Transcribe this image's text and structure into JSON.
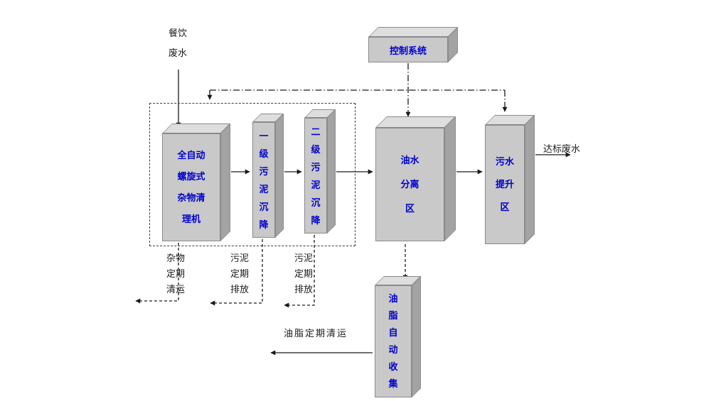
{
  "labels": {
    "influent": "餐饮\n废水",
    "effluent": "达标废水",
    "debris_removal": "杂物\n定期\n清运",
    "sludge_discharge_1": "污泥\n定期\n排放",
    "sludge_discharge_2": "污泥\n定期\n排放",
    "grease_removal": "油脂定期清运"
  },
  "boxes": {
    "control_system": "控制系统",
    "screw_cleaner": "全自动\n螺旋式\n杂物清\n理机",
    "primary_sludge_settling": "一\n级\n污\n泥\n沉\n降",
    "secondary_sludge_settling": "二\n级\n污\n泥\n沉\n降",
    "oil_water_separation": "油水\n分离\n区",
    "sewage_lift": "污水\n提升\n区",
    "grease_auto_collection": "油\n脂\n自\n动\n收\n集"
  },
  "colors": {
    "background": "#ffffff",
    "box_front": "#c9c9c9",
    "box_top": "#dedede",
    "box_side": "#a3a3a3",
    "box_border": "#8a8a8a",
    "box_text": "#0000cc",
    "line": "#1a1a1a",
    "label_text": "#1a1a1a"
  }
}
